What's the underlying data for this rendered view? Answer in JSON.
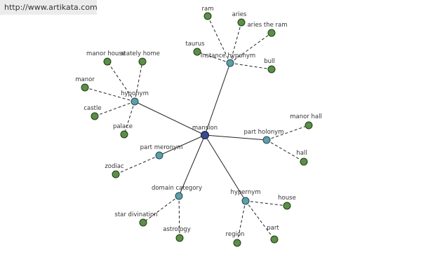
{
  "header": {
    "url": "http://www.artikata.com"
  },
  "graph": {
    "center": {
      "id": "mansion",
      "label": "mansion"
    },
    "relations": [
      {
        "id": "instance-hyponym",
        "label": "instance hyponym",
        "children": [
          {
            "id": "ram",
            "label": "ram"
          },
          {
            "id": "aries",
            "label": "aries"
          },
          {
            "id": "aries-the-ram",
            "label": "aries the ram"
          },
          {
            "id": "taurus",
            "label": "taurus"
          },
          {
            "id": "bull",
            "label": "bull"
          }
        ]
      },
      {
        "id": "hyponym",
        "label": "hyponym",
        "children": [
          {
            "id": "manor-house",
            "label": "manor house"
          },
          {
            "id": "stately-home",
            "label": "stately home"
          },
          {
            "id": "manor",
            "label": "manor"
          },
          {
            "id": "castle",
            "label": "castle"
          },
          {
            "id": "palace",
            "label": "palace"
          }
        ]
      },
      {
        "id": "part-holonym",
        "label": "part holonym",
        "children": [
          {
            "id": "manor-hall",
            "label": "manor hall"
          },
          {
            "id": "hall",
            "label": "hall"
          }
        ]
      },
      {
        "id": "part-meronym",
        "label": "part meronym",
        "children": [
          {
            "id": "zodiac",
            "label": "zodiac"
          }
        ]
      },
      {
        "id": "domain-category",
        "label": "domain category",
        "children": [
          {
            "id": "star-divination",
            "label": "star divination"
          },
          {
            "id": "astrology",
            "label": "astrology"
          }
        ]
      },
      {
        "id": "hypernym",
        "label": "hypernym",
        "children": [
          {
            "id": "house",
            "label": "house"
          },
          {
            "id": "region",
            "label": "region"
          },
          {
            "id": "part",
            "label": "part"
          }
        ]
      }
    ]
  }
}
